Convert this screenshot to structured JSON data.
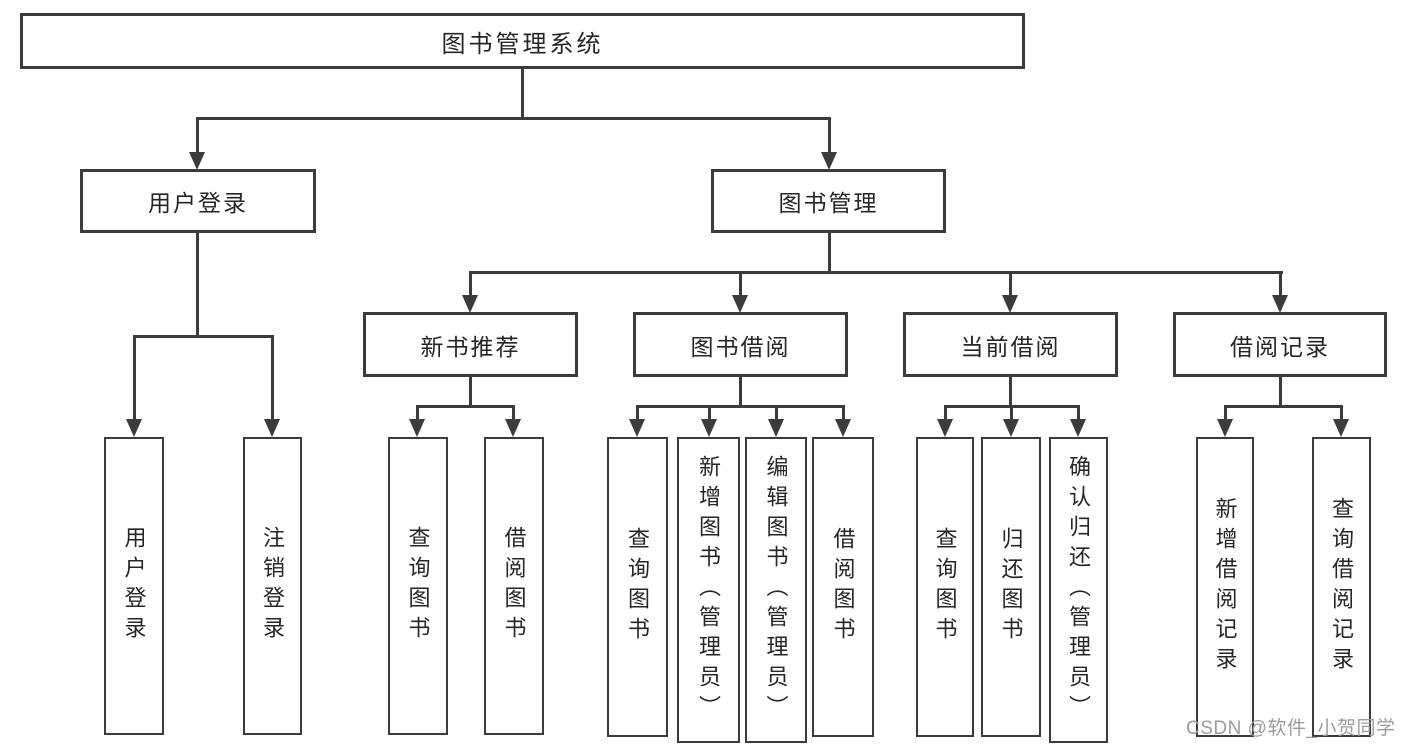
{
  "tree": {
    "label": "图书管理系统",
    "children": [
      {
        "label": "用户登录",
        "children": [
          {
            "label": "用户登录"
          },
          {
            "label": "注销登录"
          }
        ]
      },
      {
        "label": "图书管理",
        "children": [
          {
            "label": "新书推荐",
            "children": [
              {
                "label": "查询图书"
              },
              {
                "label": "借阅图书"
              }
            ]
          },
          {
            "label": "图书借阅",
            "children": [
              {
                "label": "查询图书"
              },
              {
                "label": "新增图书（管理员）"
              },
              {
                "label": "编辑图书（管理员）"
              },
              {
                "label": "借阅图书"
              }
            ]
          },
          {
            "label": "当前借阅",
            "children": [
              {
                "label": "查询图书"
              },
              {
                "label": "归还图书"
              },
              {
                "label": "确认归还（管理员）"
              }
            ]
          },
          {
            "label": "借阅记录",
            "children": [
              {
                "label": "新增借阅记录"
              },
              {
                "label": "查询借阅记录"
              }
            ]
          }
        ]
      }
    ]
  },
  "watermark": {
    "text": "CSDN @软件_小贺同学"
  },
  "colors": {
    "background": "#ffffff",
    "box_border": "#3b3b3b",
    "connector_line": "#3b3b3b",
    "text": "#262626",
    "watermark": "#9c9c9c"
  }
}
